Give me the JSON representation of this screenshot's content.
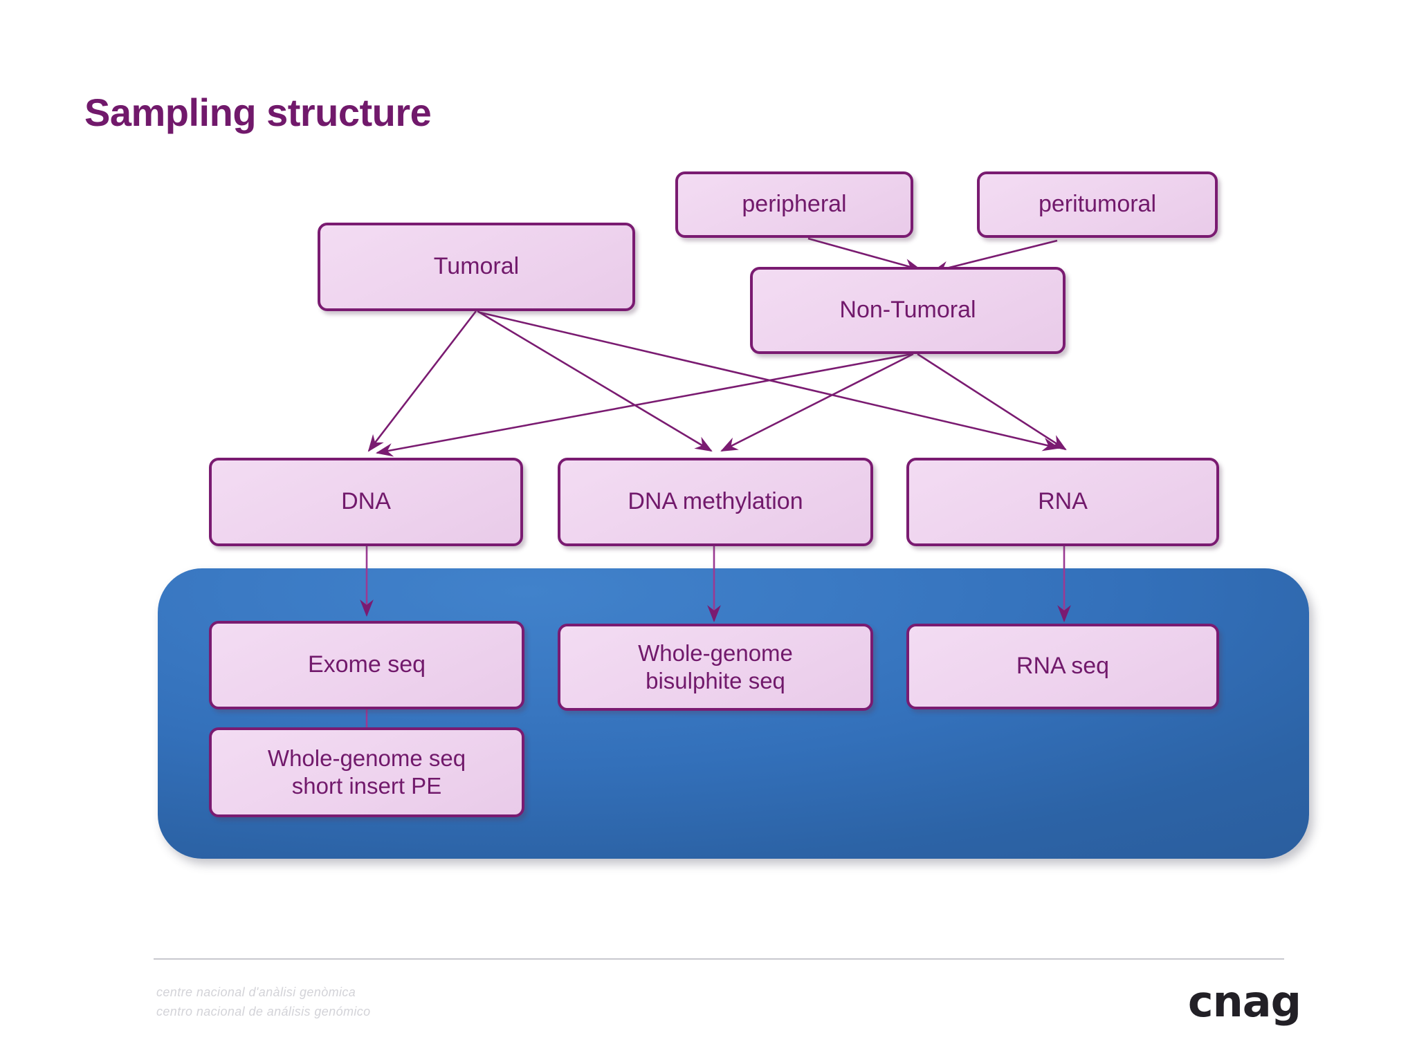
{
  "slide": {
    "title": "Sampling structure",
    "background_color": "#ffffff",
    "accent_color": "#71196B"
  },
  "diagram": {
    "type": "flowchart",
    "node_fill": "#EED3EE",
    "node_border": "#7A1B71",
    "node_text_color": "#71196B",
    "nodes": [
      {
        "id": "peripheral",
        "label": "peripheral",
        "row": "source"
      },
      {
        "id": "peritumoral",
        "label": "peritumoral",
        "row": "source"
      },
      {
        "id": "tumoral",
        "label": "Tumoral",
        "row": "sample"
      },
      {
        "id": "non_tumoral",
        "label": "Non-Tumoral",
        "row": "sample"
      },
      {
        "id": "dna",
        "label": "DNA",
        "row": "molecule"
      },
      {
        "id": "dna_meth",
        "label": "DNA methylation",
        "row": "molecule"
      },
      {
        "id": "rna",
        "label": "RNA",
        "row": "molecule"
      },
      {
        "id": "exome_seq",
        "label": "Exome seq",
        "row": "assay"
      },
      {
        "id": "wgbs",
        "label": "Whole-genome\nbisulphite seq",
        "row": "assay"
      },
      {
        "id": "rna_seq",
        "label": "RNA seq",
        "row": "assay"
      },
      {
        "id": "wgs_pe",
        "label": "Whole-genome seq\nshort insert PE",
        "row": "assay"
      }
    ],
    "edges": [
      {
        "from": "peripheral",
        "to": "non_tumoral"
      },
      {
        "from": "peritumoral",
        "to": "non_tumoral"
      },
      {
        "from": "tumoral",
        "to": "dna"
      },
      {
        "from": "tumoral",
        "to": "dna_meth"
      },
      {
        "from": "tumoral",
        "to": "rna"
      },
      {
        "from": "non_tumoral",
        "to": "dna"
      },
      {
        "from": "non_tumoral",
        "to": "dna_meth"
      },
      {
        "from": "non_tumoral",
        "to": "rna"
      },
      {
        "from": "dna",
        "to": "exome_seq"
      },
      {
        "from": "dna_meth",
        "to": "wgbs"
      },
      {
        "from": "rna",
        "to": "rna_seq"
      },
      {
        "from": "exome_seq",
        "to": "wgs_pe"
      }
    ],
    "panel": {
      "name": "sequencing-panel",
      "color_light": "#4182CB",
      "color_dark": "#2A5C9B"
    }
  },
  "footer": {
    "line_ca": "centre nacional d'anàlisi genòmica",
    "line_es": "centro nacional de análisis genómico",
    "logo": "cnag"
  }
}
